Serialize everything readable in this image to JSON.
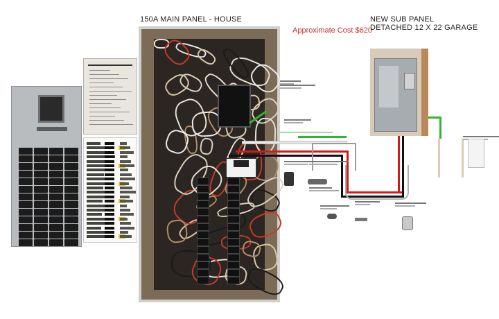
{
  "header": {
    "main_panel_title": "150A MAIN PANEL - HOUSE",
    "approx_cost": "Approximate Cost $620",
    "sub_panel_title_line1": "NEW SUB PANEL",
    "sub_panel_title_line2": "DETACHED 12 X 22 GARAGE"
  },
  "colors": {
    "cost_text": "#cc2b2b",
    "hot_wire_red": "#d31a1a",
    "hot_wire_black": "#111111",
    "neutral_white": "#e8e8e8",
    "ground_green": "#2fb52f",
    "conduit_gray": "#9a9a9a",
    "panel_brown": "#7c6b57",
    "subpanel_gray": "#a7acb1"
  },
  "components": {
    "left_panel": "breaker-panel-icon",
    "label_sheet": "panel-label-sheet",
    "directory": "circuit-directory-sheet",
    "main_panel": "main-panel-photo",
    "main_breaker": "main-breaker-icon",
    "label_tag": "breaker-tag-icon",
    "sub_panel": "sub-panel-photo",
    "ground_rods": "ground-rod-icon",
    "parts": [
      "wire-spool-icon",
      "conduit-fitting-icon",
      "breaker-part-icon",
      "connector-icon",
      "lug-icon",
      "junction-box-icon"
    ]
  }
}
